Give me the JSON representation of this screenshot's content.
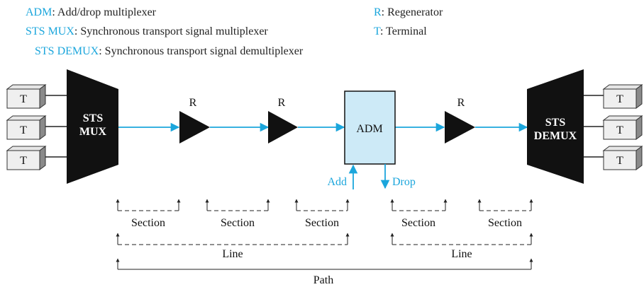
{
  "legend": {
    "adm": {
      "term": "ADM",
      "desc": ": Add/drop multiplexer"
    },
    "mux": {
      "term": "STS MUX",
      "desc": ": Synchronous transport signal multiplexer"
    },
    "demux": {
      "term": "STS DEMUX",
      "desc": ": Synchronous transport signal demultiplexer"
    },
    "r": {
      "term": "R",
      "desc": ": Regenerator"
    },
    "t": {
      "term": "T",
      "desc": ": Terminal"
    }
  },
  "terminal_label": "T",
  "regenerator_label": "R",
  "mux": {
    "line1": "STS",
    "line2": "MUX"
  },
  "demux": {
    "line1": "STS",
    "line2": "DEMUX"
  },
  "adm_label": "ADM",
  "add_label": "Add",
  "drop_label": "Drop",
  "section_label": "Section",
  "line_label": "Line",
  "path_label": "Path",
  "colors": {
    "accent": "#1ba6dc",
    "device": "#111111",
    "adm_fill": "#cdeaf7"
  }
}
